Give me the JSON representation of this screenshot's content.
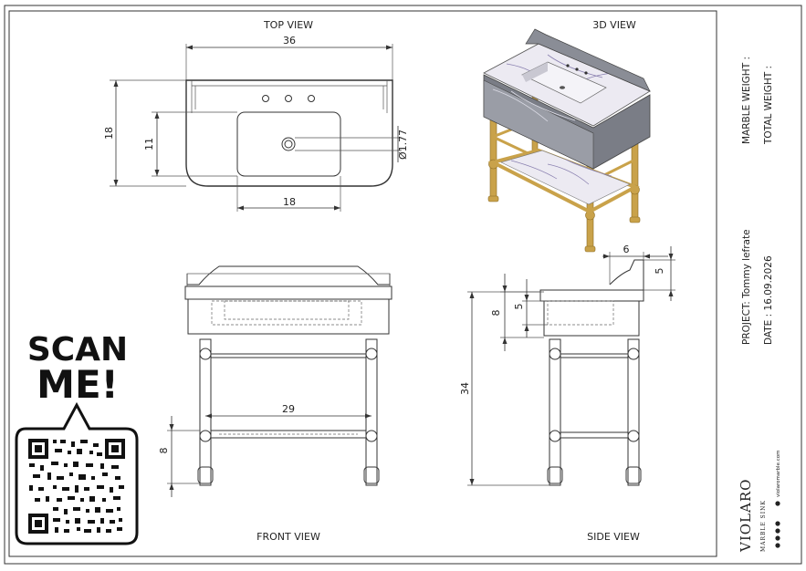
{
  "views": {
    "top": "TOP VIEW",
    "three_d": "3D VIEW",
    "front": "FRONT VIEW",
    "side": "SIDE VIEW"
  },
  "dimensions": {
    "top_width": "36",
    "top_depth": "18",
    "basin_depth": "11",
    "basin_width": "18",
    "drain_dia": "Ø1.77",
    "front_span": "29",
    "front_shelf": "8",
    "side_total_height": "34",
    "side_backsplash_depth": "6",
    "side_backsplash_height": "5",
    "side_apron": "8",
    "side_basin_depth": "5"
  },
  "title_block": {
    "marble_weight": "MARBLE WEIGHT :",
    "total_weight": "TOTAL WEIGHT :",
    "project": "PROJECT: Tommy lefrate",
    "date": "DATE : 16.09.2026"
  },
  "brand": {
    "name": "VIOLARO",
    "tagline": "MARBLE SINK",
    "website": "violaromarble.com"
  },
  "scan": {
    "line1": "SCAN",
    "line2": "ME!"
  },
  "colors": {
    "gold": "#c9a24a",
    "marble": "#eceaf2",
    "frame": "#333333"
  }
}
